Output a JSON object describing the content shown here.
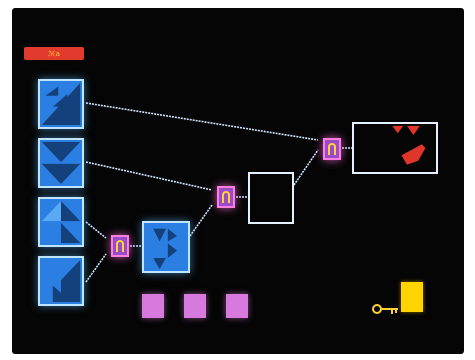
{
  "title_bar": {
    "label": "ℳa",
    "color": "#e23a2c"
  },
  "colors": {
    "screen": "#050505",
    "tile_fill": "#2b7fe3",
    "tile_border": "#bfe5ff",
    "tile_dark": "#14417c",
    "wire": "#cfe6ff",
    "gate_fill": "#9a4bc7",
    "gate_border": "#ff7fe0",
    "gate_symbol": "#ffd23a",
    "shape_red": "#e0362a",
    "square_pink": "#d879dd",
    "key_yellow": "#ffd23a",
    "item_yellow": "#ffd400"
  },
  "input_tiles": [
    {
      "id": "tile-1",
      "pattern": "diagonal-split"
    },
    {
      "id": "tile-2",
      "pattern": "double-triangle"
    },
    {
      "id": "tile-3",
      "pattern": "stacked-triangles"
    },
    {
      "id": "tile-4",
      "pattern": "funnel"
    }
  ],
  "gates": [
    {
      "id": "gate-1",
      "icon": "arch-icon"
    },
    {
      "id": "gate-2",
      "icon": "arch-icon"
    },
    {
      "id": "gate-3",
      "icon": "arch-icon"
    }
  ],
  "output_boxes": [
    "blue-output",
    "empty-output",
    "target-output"
  ],
  "squares": [
    "pink-square-1",
    "pink-square-2",
    "pink-square-3"
  ],
  "inventory": {
    "key": "key-icon",
    "item": "yellow-box-icon"
  }
}
